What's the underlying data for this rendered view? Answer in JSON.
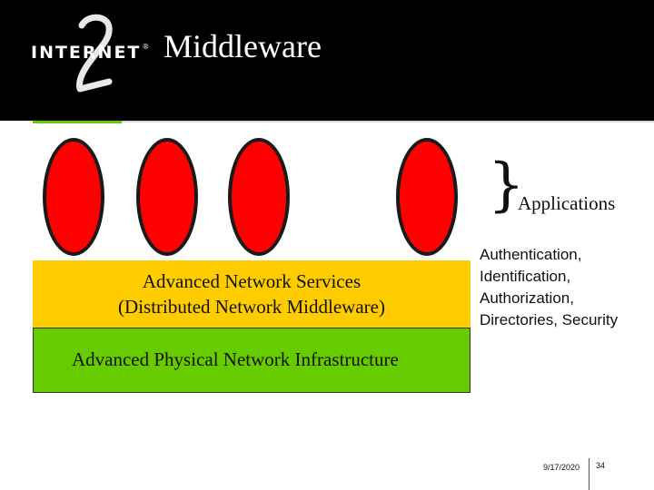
{
  "header": {
    "logo_text": "INTERNET",
    "logo_mark": "®",
    "logo_numeral": "2",
    "title": "Middleware"
  },
  "colors": {
    "header_bg": "#000000",
    "application_oval": "#ff0000",
    "services_layer": "#ffcc00",
    "physical_layer": "#66cc00",
    "accent_rule": "#66cc00"
  },
  "diagram": {
    "applications_label": "Applications",
    "services_layer": {
      "line1": "Advanced Network Services",
      "line2": "(Distributed Network Middleware)"
    },
    "physical_layer_label": "Advanced Physical Network Infrastructure",
    "middleware_functions": [
      "Authentication,",
      "Identification,",
      "Authorization,",
      "Directories, Security"
    ]
  },
  "footer": {
    "date": "9/17/2020",
    "page": "34"
  }
}
